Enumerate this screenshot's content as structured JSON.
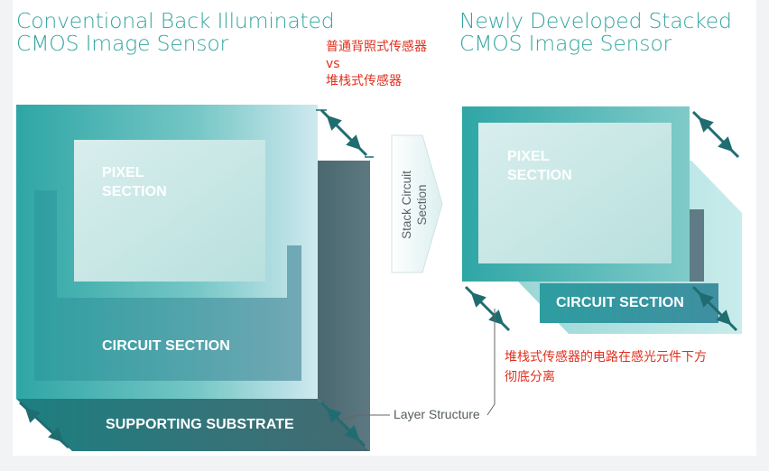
{
  "titles": {
    "left_line1": "Conventional Back Illuminated",
    "left_line2": "CMOS Image Sensor",
    "right_line1": "Newly Developed Stacked",
    "right_line2": "CMOS Image Sensor"
  },
  "annotations": {
    "compare_line1": "普通背照式传感器",
    "compare_line2": "vs",
    "compare_line3": "堆栈式传感器",
    "note_line1": "堆栈式传感器的电路在感光元件下方",
    "note_line2": "彻底分离"
  },
  "left_diagram": {
    "pixel_line1": "PIXEL",
    "pixel_line2": "SECTION",
    "circuit": "CIRCUIT SECTION",
    "substrate": "SUPPORTING SUBSTRATE"
  },
  "right_diagram": {
    "pixel_line1": "PIXEL",
    "pixel_line2": "SECTION",
    "circuit": "CIRCUIT SECTION"
  },
  "process_arrow": {
    "line1": "Stack Circuit",
    "line2": "Section"
  },
  "layer_structure_label": "Layer Structure",
  "colors": {
    "title_teal": "#36a6a2",
    "annotation_red": "#e0301e",
    "dark_slate": "#4d6770",
    "teal": "#2aa3a5",
    "pale_teal": "#c7eaea",
    "arrow_teal": "#1f6d70"
  }
}
